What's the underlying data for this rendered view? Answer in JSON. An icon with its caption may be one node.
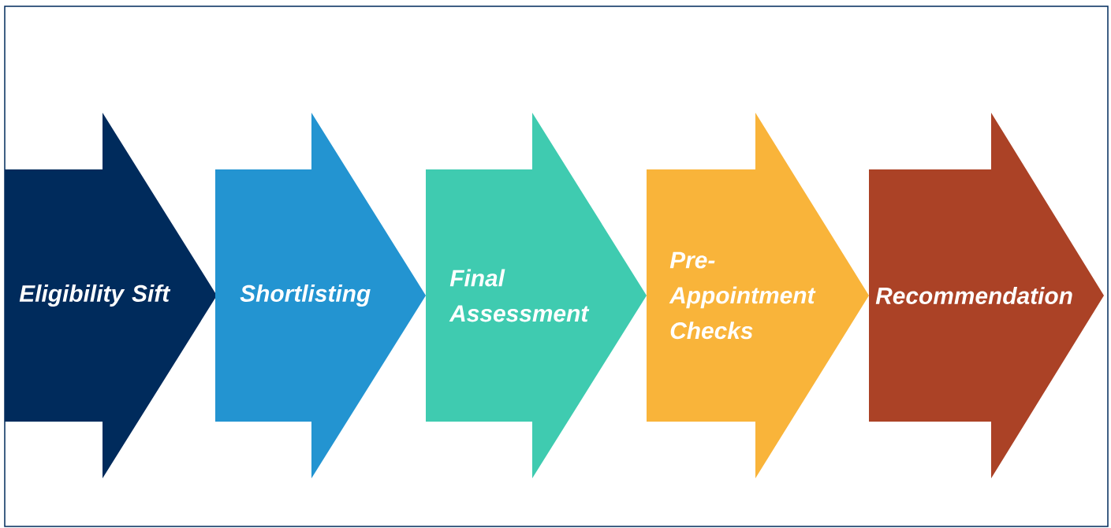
{
  "diagram": {
    "nodes": [
      {
        "text": [
          "Eligibility Sift"
        ]
      },
      {
        "text": [
          "Shortlisting"
        ]
      },
      {
        "text": [
          "Final Assessment"
        ]
      },
      {
        "text": [
          "Pre-Appointment Checks"
        ]
      },
      {
        "text": [
          "Recommendation"
        ]
      }
    ]
  }
}
